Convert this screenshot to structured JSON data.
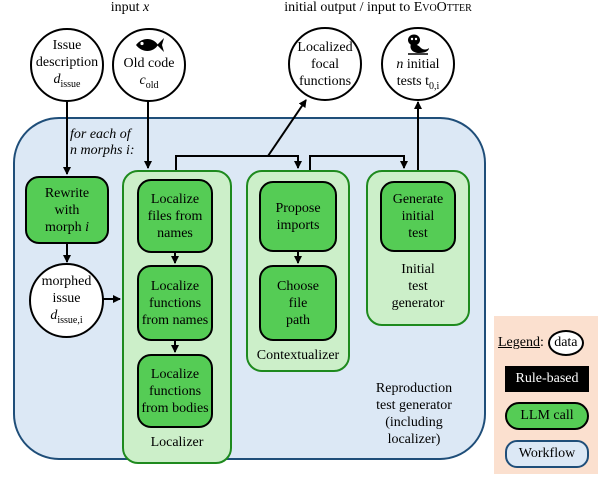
{
  "headers": {
    "input_label": "input",
    "input_var": "x",
    "output_label": "initial output / input to",
    "output_name": "EvoOtter"
  },
  "inputs": {
    "issue": {
      "line1": "Issue",
      "line2": "description",
      "sym": "d",
      "sub": "issue"
    },
    "old_code": {
      "line1": "Old code",
      "sym": "c",
      "sub": "old"
    }
  },
  "outputs": {
    "focal": {
      "line1": "Localized",
      "line2": "focal",
      "line3": "functions"
    },
    "tests": {
      "italic": "n",
      "rest": " initial",
      "line2": "tests t",
      "sub": "0,i"
    }
  },
  "workflow": {
    "loop_line1": "for each of",
    "loop_line2": "n morphs i:",
    "label_lines": [
      "Reproduction",
      "test generator",
      "(including",
      "localizer)"
    ]
  },
  "left": {
    "rewrite": {
      "line1": "Rewrite",
      "line2": "with",
      "line3": "morph ",
      "italic": "i"
    },
    "morphed": {
      "line1": "morphed",
      "line2": "issue",
      "sym": "d",
      "sub": "issue,i"
    }
  },
  "localizer": {
    "title": "Localizer",
    "steps": [
      [
        "Localize",
        "files from",
        "names"
      ],
      [
        "Localize",
        "functions",
        "from names"
      ],
      [
        "Localize",
        "functions",
        "from bodies"
      ]
    ]
  },
  "contextualizer": {
    "title": "Contextualizer",
    "steps": [
      [
        "Propose",
        "imports"
      ],
      [
        "Choose",
        "file",
        "path"
      ]
    ]
  },
  "generator": {
    "title_lines": [
      "Initial",
      "test",
      "generator"
    ],
    "step": [
      "Generate",
      "initial",
      "test"
    ]
  },
  "legend": {
    "title": "Legend",
    "data": "data",
    "rule": "Rule-based",
    "llm": "LLM call",
    "workflow": "Workflow"
  },
  "colors": {
    "workflow_fill": "#dce8f5",
    "workflow_border": "#1f4e79",
    "panel_fill": "#ccefc9",
    "panel_border": "#1e8a1e",
    "llm_fill": "#55cc55",
    "legend_fill": "#fbe0cf"
  },
  "icons": {
    "otter": "otter-icon",
    "fish": "fish-icon"
  }
}
